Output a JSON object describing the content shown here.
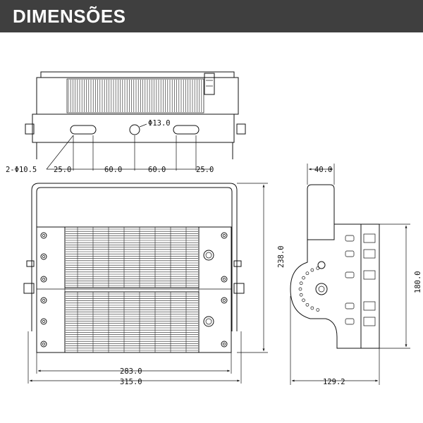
{
  "header": {
    "title": "DIMENSÕES"
  },
  "dimensions": {
    "hole_dia_label": "Φ13.0",
    "slot_label": "2-Φ10.5",
    "spacing": [
      "25.0",
      "60.0",
      "60.0",
      "25.0"
    ],
    "bracket_width": "40.0",
    "height": "238.0",
    "inner_width": "283.0",
    "total_width": "315.0",
    "side_height": "180.0",
    "depth": "129.2"
  },
  "colors": {
    "header_bg": "#3f3f3f",
    "header_text": "#ffffff",
    "line": "#111111"
  }
}
